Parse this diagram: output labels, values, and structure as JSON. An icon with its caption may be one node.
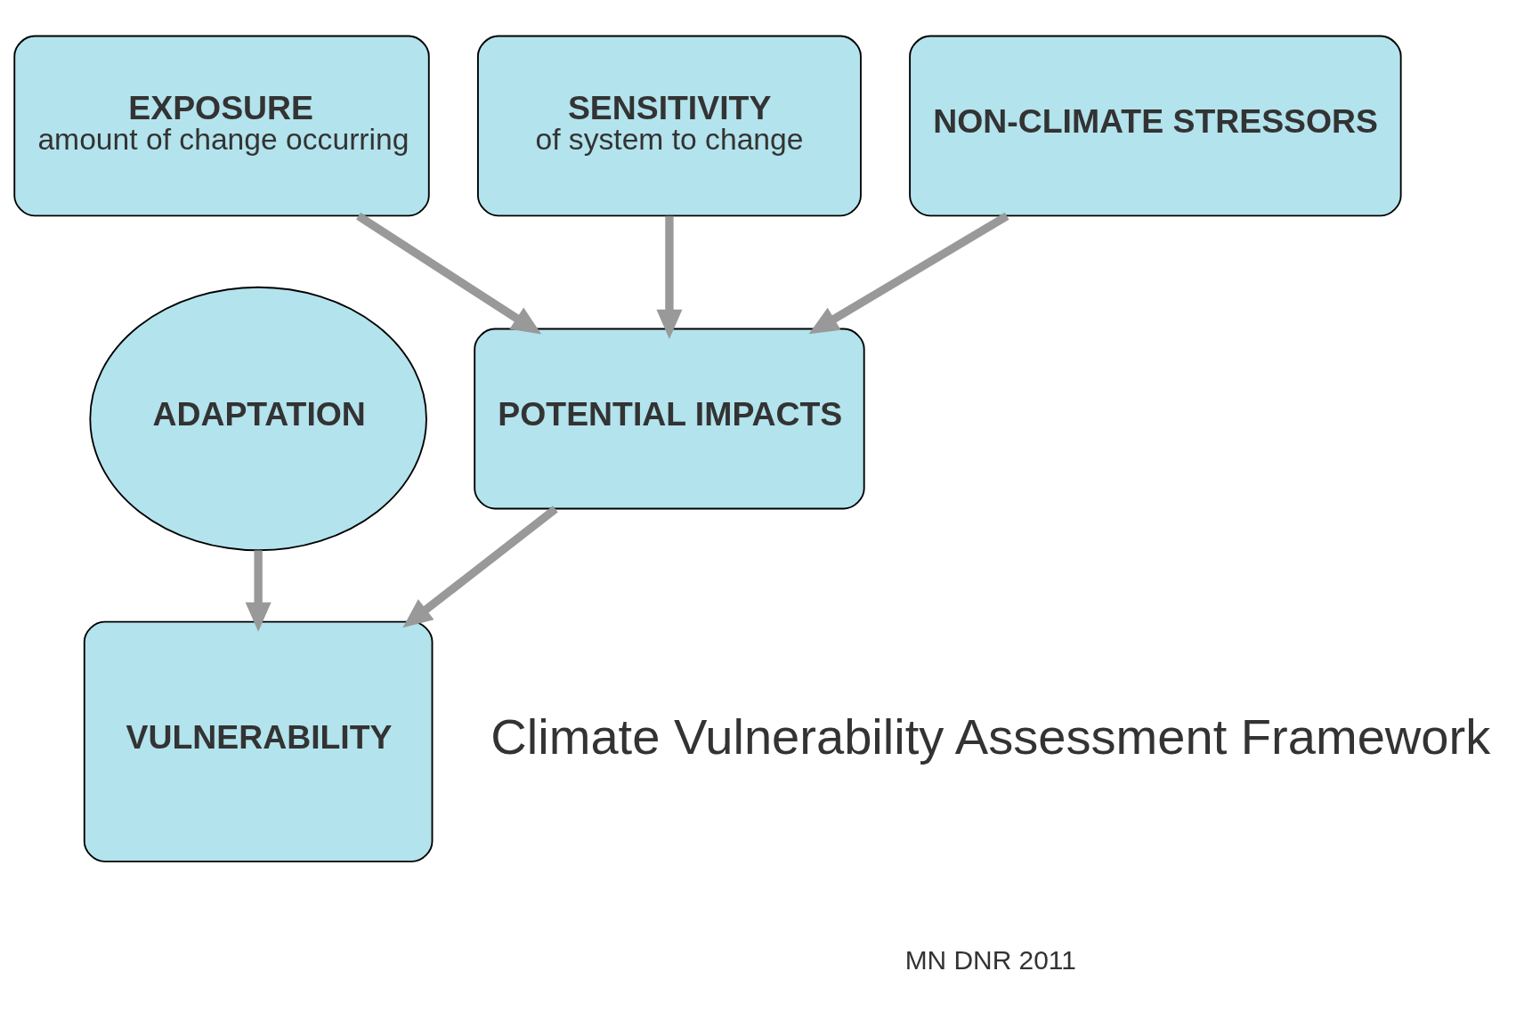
{
  "diagram": {
    "nodes": [
      {
        "text": [
          "EXPOSURE",
          "amount of change occurring"
        ]
      },
      {
        "text": [
          "SENSITIVITY",
          "of system to change"
        ]
      },
      {
        "text": [
          "NON-CLIMATE STRESSORS"
        ]
      },
      {
        "text": [
          "POTENTIAL IMPACTS"
        ]
      },
      {
        "text": [
          "ADAPTATION"
        ]
      },
      {
        "text": [
          "VULNERABILITY"
        ]
      }
    ],
    "edges": [
      {
        "from": 0,
        "to": 3,
        "arrow": "to"
      },
      {
        "from": 1,
        "to": 3,
        "arrow": "to"
      },
      {
        "from": 2,
        "to": 3,
        "arrow": "to"
      },
      {
        "from": 3,
        "to": 5,
        "arrow": "to"
      },
      {
        "from": 4,
        "to": 5,
        "arrow": "to"
      }
    ],
    "labels": [
      "Climate Vulnerability Assessment Framework",
      "MN DNR 2011"
    ]
  }
}
